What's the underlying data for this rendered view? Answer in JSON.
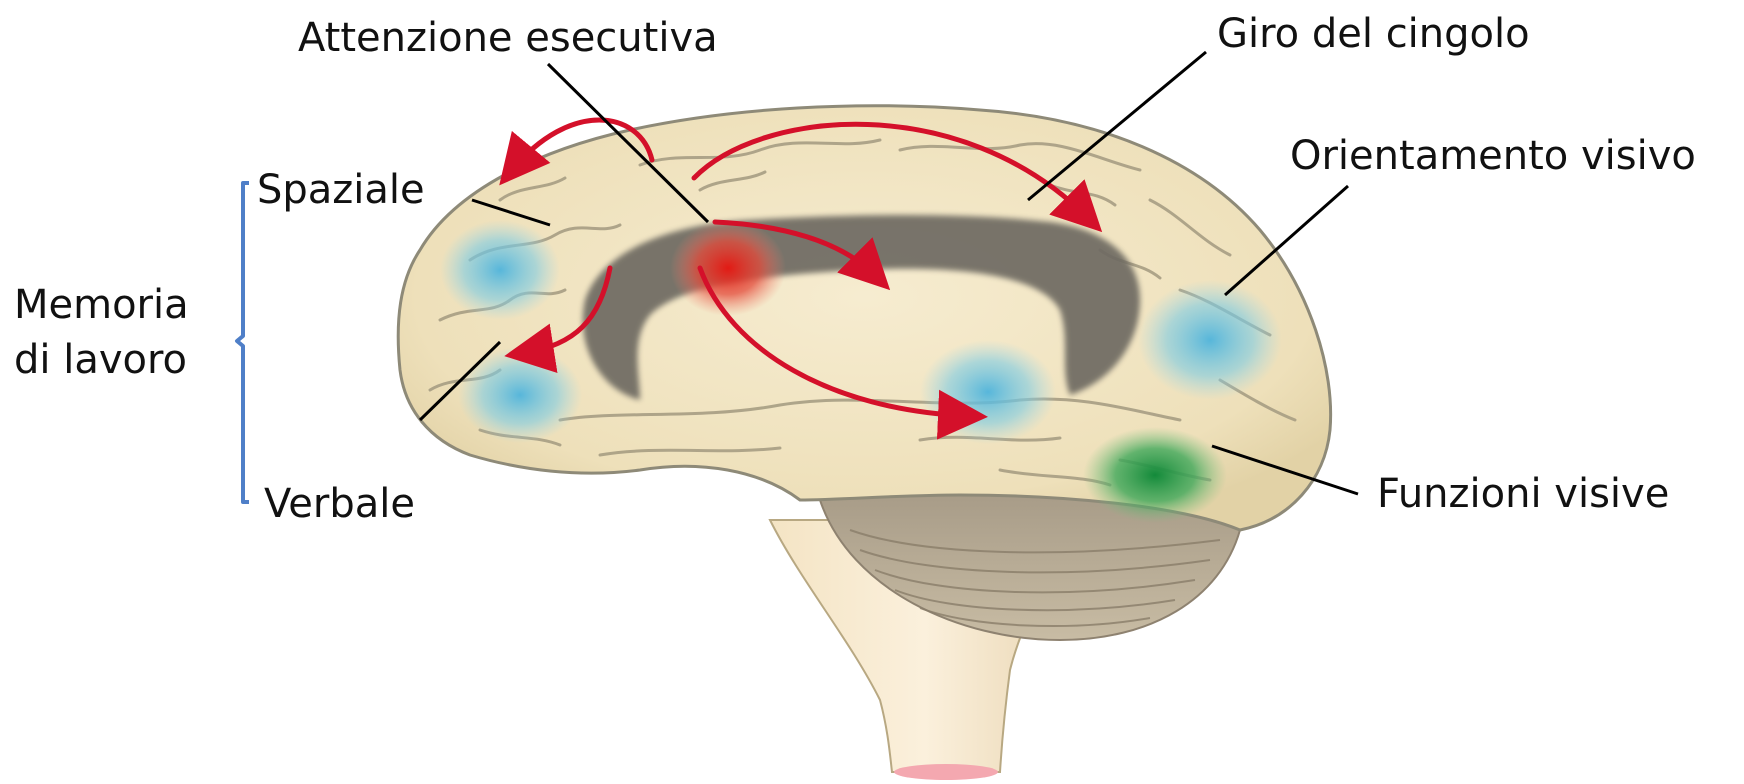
{
  "labels": {
    "attenzione": "Attenzione esecutiva",
    "giro": "Giro del cingolo",
    "orientamento": "Orientamento visivo",
    "spaziale": "Spaziale",
    "verbale": "Verbale",
    "funzioni": "Funzioni visive",
    "memoria_line1": "Memoria",
    "memoria_line2": "di lavoro"
  },
  "colors": {
    "background": "#ffffff",
    "brain_fill": "#efe3c0",
    "brain_outline": "#8e8a78",
    "cingulate_band": "#6e6a62",
    "executive_spot": "#e0201e",
    "working_memory_spots": "#6fc3db",
    "visual_orienting_spot": "#6fc3db",
    "visual_function_spot": "#2a9a48",
    "arrows": "#d4102a",
    "brace": "#4f7fc8",
    "leader_lines": "#000000",
    "brainstem_tip": "#f4a8b0"
  }
}
